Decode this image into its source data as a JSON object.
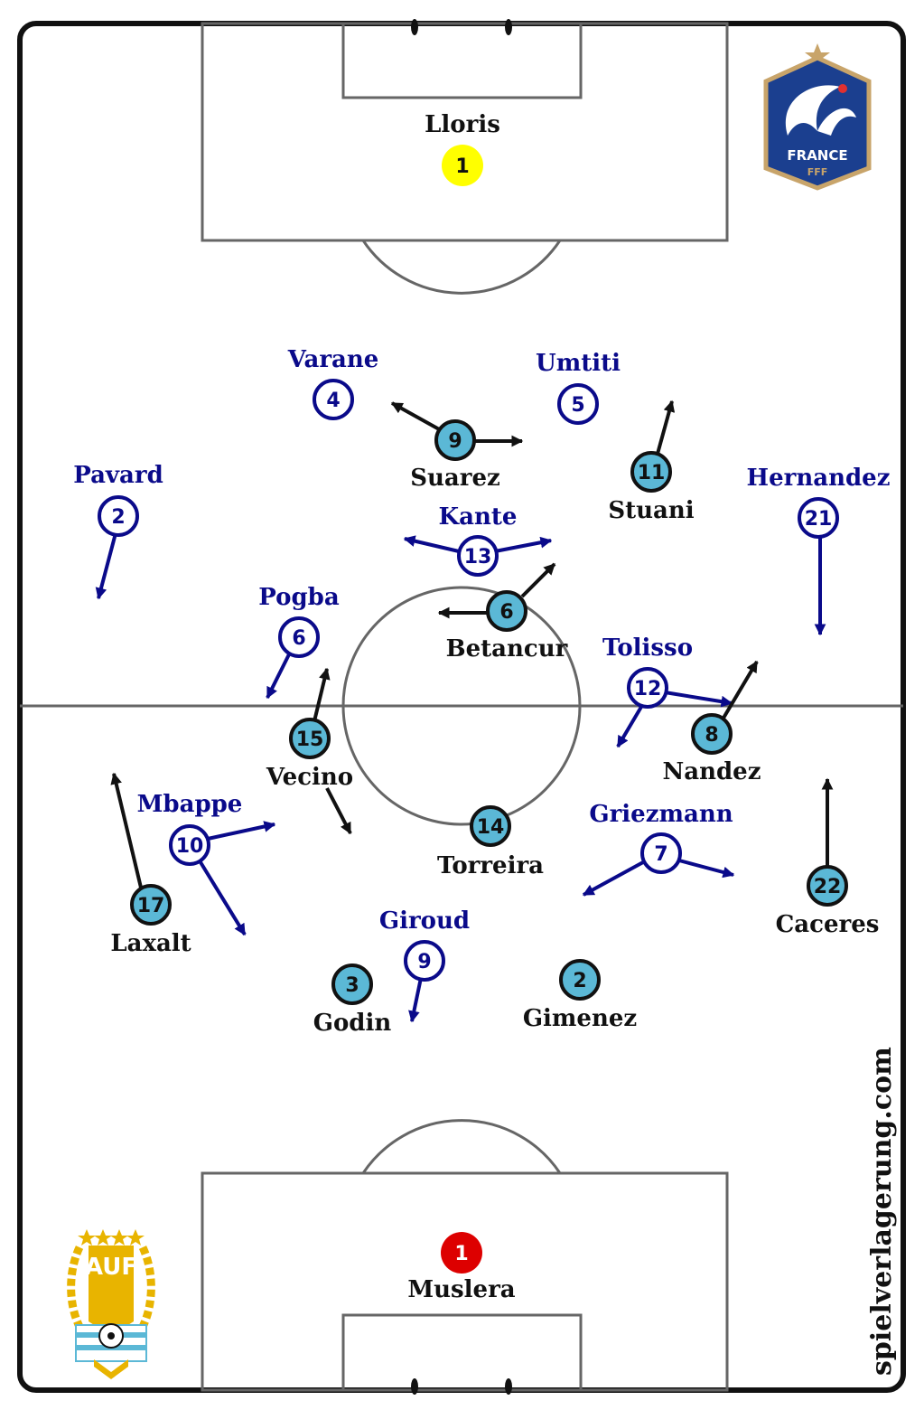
{
  "watermark": "spielverlagerung.com",
  "colors": {
    "france_marker_stroke": "#0a0a8a",
    "france_arrow": "#0a0a8a",
    "uruguay_marker_fill": "#5bb8d6",
    "uruguay_arrow": "#111111",
    "france_gk_fill": "#ffff00",
    "uruguay_gk_fill": "#dd0000"
  },
  "logos": {
    "france": {
      "text": "FRANCE",
      "subtext": "FFF"
    },
    "uruguay": {
      "text": "AUF"
    }
  },
  "france": {
    "goalkeeper": {
      "name": "Lloris",
      "number": "1"
    },
    "players": [
      {
        "name": "Varane",
        "number": "4"
      },
      {
        "name": "Umtiti",
        "number": "5"
      },
      {
        "name": "Pavard",
        "number": "2"
      },
      {
        "name": "Hernandez",
        "number": "21"
      },
      {
        "name": "Kante",
        "number": "13"
      },
      {
        "name": "Pogba",
        "number": "6"
      },
      {
        "name": "Tolisso",
        "number": "12"
      },
      {
        "name": "Mbappe",
        "number": "10"
      },
      {
        "name": "Griezmann",
        "number": "7"
      },
      {
        "name": "Giroud",
        "number": "9"
      }
    ]
  },
  "uruguay": {
    "goalkeeper": {
      "name": "Muslera",
      "number": "1"
    },
    "players": [
      {
        "name": "Suarez",
        "number": "9"
      },
      {
        "name": "Stuani",
        "number": "11"
      },
      {
        "name": "Betancur",
        "number": "6"
      },
      {
        "name": "Vecino",
        "number": "15"
      },
      {
        "name": "Nandez",
        "number": "8"
      },
      {
        "name": "Torreira",
        "number": "14"
      },
      {
        "name": "Laxalt",
        "number": "17"
      },
      {
        "name": "Caceres",
        "number": "22"
      },
      {
        "name": "Godin",
        "number": "3"
      },
      {
        "name": "Gimenez",
        "number": "2"
      }
    ]
  }
}
